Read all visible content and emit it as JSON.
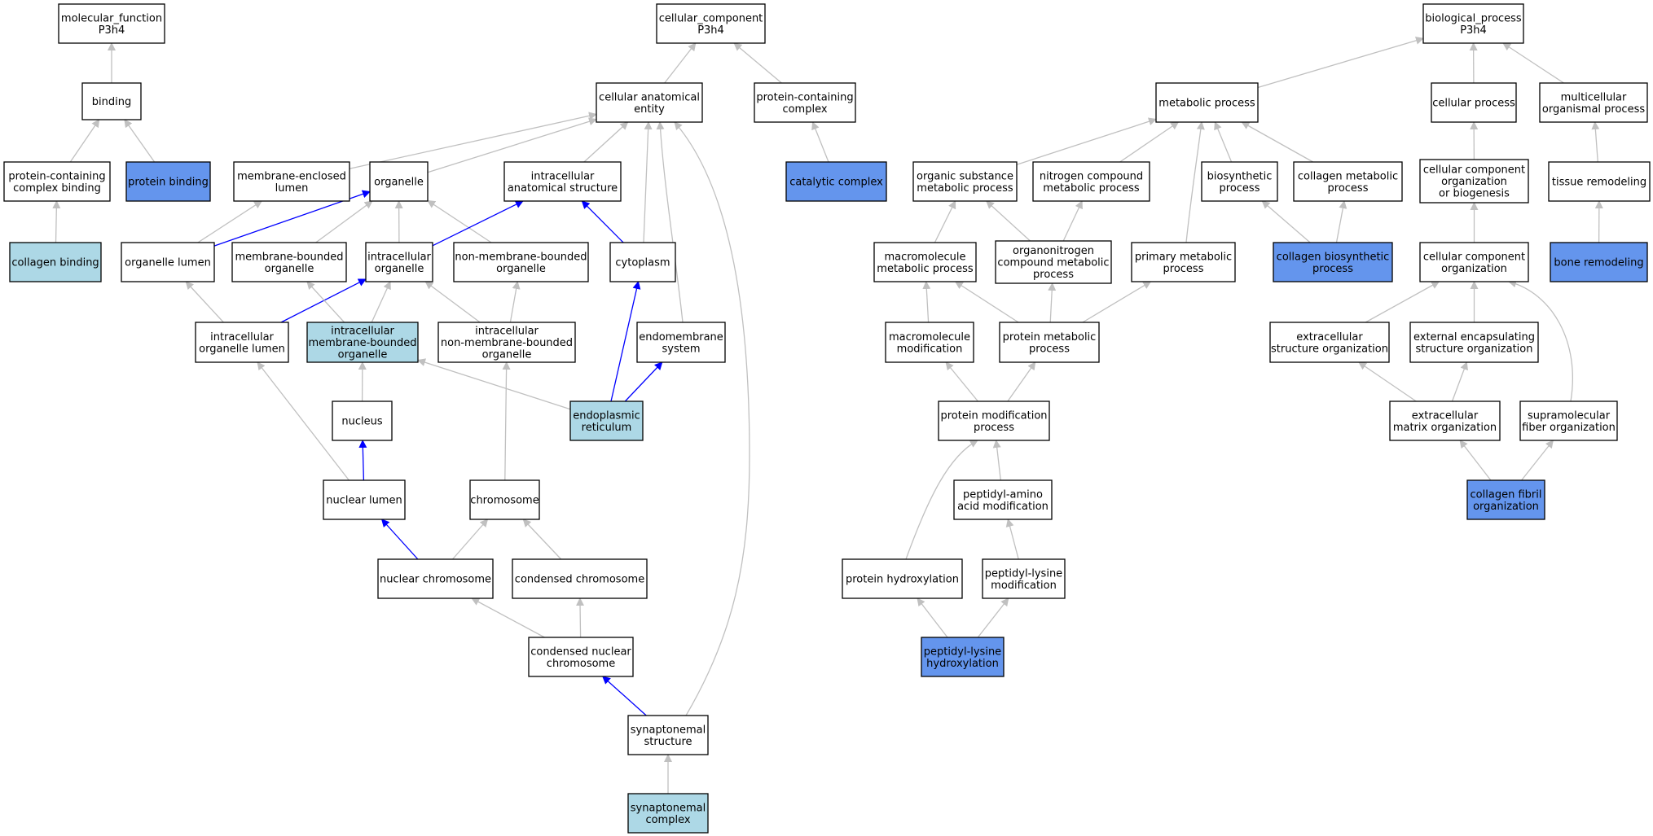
{
  "colors": {
    "default_fill": "#ffffff",
    "annotated_fill": "#6495ed",
    "inferred_fill": "#add8e6",
    "edge_default": "#c0c0c0",
    "edge_path": "#0000ff"
  },
  "nodes": [
    {
      "id": "mf",
      "lines": [
        "molecular_function",
        "P3h4"
      ],
      "style": "default"
    },
    {
      "id": "binding",
      "lines": [
        "binding"
      ],
      "style": "default"
    },
    {
      "id": "pcbind",
      "lines": [
        "protein-containing",
        "complex binding"
      ],
      "style": "default"
    },
    {
      "id": "protbind",
      "lines": [
        "protein binding"
      ],
      "style": "annotated"
    },
    {
      "id": "collbind",
      "lines": [
        "collagen binding"
      ],
      "style": "inferred"
    },
    {
      "id": "cc",
      "lines": [
        "cellular_component",
        "P3h4"
      ],
      "style": "default"
    },
    {
      "id": "cae",
      "lines": [
        "cellular anatomical",
        "entity"
      ],
      "style": "default"
    },
    {
      "id": "pcc",
      "lines": [
        "protein-containing",
        "complex"
      ],
      "style": "default"
    },
    {
      "id": "catcomp",
      "lines": [
        "catalytic complex"
      ],
      "style": "annotated"
    },
    {
      "id": "mel",
      "lines": [
        "membrane-enclosed",
        "lumen"
      ],
      "style": "default"
    },
    {
      "id": "organelle",
      "lines": [
        "organelle"
      ],
      "style": "default"
    },
    {
      "id": "ias",
      "lines": [
        "intracellular",
        "anatomical structure"
      ],
      "style": "default"
    },
    {
      "id": "orglumen",
      "lines": [
        "organelle lumen"
      ],
      "style": "default"
    },
    {
      "id": "mbo",
      "lines": [
        "membrane-bounded",
        "organelle"
      ],
      "style": "default"
    },
    {
      "id": "io",
      "lines": [
        "intracellular",
        "organelle"
      ],
      "style": "default"
    },
    {
      "id": "nmbo",
      "lines": [
        "non-membrane-bounded",
        "organelle"
      ],
      "style": "default"
    },
    {
      "id": "cytoplasm",
      "lines": [
        "cytoplasm"
      ],
      "style": "default"
    },
    {
      "id": "iol",
      "lines": [
        "intracellular",
        "organelle lumen"
      ],
      "style": "default"
    },
    {
      "id": "imbo",
      "lines": [
        "intracellular",
        "membrane-bounded",
        "organelle"
      ],
      "style": "inferred"
    },
    {
      "id": "inmbo",
      "lines": [
        "intracellular",
        "non-membrane-bounded",
        "organelle"
      ],
      "style": "default"
    },
    {
      "id": "endomem",
      "lines": [
        "endomembrane",
        "system"
      ],
      "style": "default"
    },
    {
      "id": "nucleus",
      "lines": [
        "nucleus"
      ],
      "style": "default"
    },
    {
      "id": "er",
      "lines": [
        "endoplasmic",
        "reticulum"
      ],
      "style": "inferred"
    },
    {
      "id": "nuclumen",
      "lines": [
        "nuclear lumen"
      ],
      "style": "default"
    },
    {
      "id": "chromosome",
      "lines": [
        "chromosome"
      ],
      "style": "default"
    },
    {
      "id": "nucchrom",
      "lines": [
        "nuclear chromosome"
      ],
      "style": "default"
    },
    {
      "id": "condchrom",
      "lines": [
        "condensed chromosome"
      ],
      "style": "default"
    },
    {
      "id": "cnc",
      "lines": [
        "condensed nuclear",
        "chromosome"
      ],
      "style": "default"
    },
    {
      "id": "synstruct",
      "lines": [
        "synaptonemal",
        "structure"
      ],
      "style": "default"
    },
    {
      "id": "syncomp",
      "lines": [
        "synaptonemal",
        "complex"
      ],
      "style": "inferred"
    },
    {
      "id": "bp",
      "lines": [
        "biological_process",
        "P3h4"
      ],
      "style": "default"
    },
    {
      "id": "metab",
      "lines": [
        "metabolic process"
      ],
      "style": "default"
    },
    {
      "id": "cellproc",
      "lines": [
        "cellular process"
      ],
      "style": "default"
    },
    {
      "id": "multi",
      "lines": [
        "multicellular",
        "organismal process"
      ],
      "style": "default"
    },
    {
      "id": "osmp",
      "lines": [
        "organic substance",
        "metabolic process"
      ],
      "style": "default"
    },
    {
      "id": "ncmp",
      "lines": [
        "nitrogen compound",
        "metabolic process"
      ],
      "style": "default"
    },
    {
      "id": "biosyn",
      "lines": [
        "biosynthetic",
        "process"
      ],
      "style": "default"
    },
    {
      "id": "collmetab",
      "lines": [
        "collagen metabolic",
        "process"
      ],
      "style": "default"
    },
    {
      "id": "ccob",
      "lines": [
        "cellular component",
        "organization",
        "or biogenesis"
      ],
      "style": "default"
    },
    {
      "id": "tissue",
      "lines": [
        "tissue remodeling"
      ],
      "style": "default"
    },
    {
      "id": "macromp",
      "lines": [
        "macromolecule",
        "metabolic process"
      ],
      "style": "default"
    },
    {
      "id": "oncmp",
      "lines": [
        "organonitrogen",
        "compound metabolic",
        "process"
      ],
      "style": "default"
    },
    {
      "id": "primmetab",
      "lines": [
        "primary metabolic",
        "process"
      ],
      "style": "default"
    },
    {
      "id": "collbiosyn",
      "lines": [
        "collagen biosynthetic",
        "process"
      ],
      "style": "annotated"
    },
    {
      "id": "cco",
      "lines": [
        "cellular component",
        "organization"
      ],
      "style": "default"
    },
    {
      "id": "bone",
      "lines": [
        "bone remodeling"
      ],
      "style": "annotated"
    },
    {
      "id": "macromod",
      "lines": [
        "macromolecule",
        "modification"
      ],
      "style": "default"
    },
    {
      "id": "protmetab",
      "lines": [
        "protein metabolic",
        "process"
      ],
      "style": "default"
    },
    {
      "id": "eso",
      "lines": [
        "extracellular",
        "structure organization"
      ],
      "style": "default"
    },
    {
      "id": "eeso",
      "lines": [
        "external encapsulating",
        "structure organization"
      ],
      "style": "default"
    },
    {
      "id": "protmod",
      "lines": [
        "protein modification",
        "process"
      ],
      "style": "default"
    },
    {
      "id": "emo",
      "lines": [
        "extracellular",
        "matrix organization"
      ],
      "style": "default"
    },
    {
      "id": "sfo",
      "lines": [
        "supramolecular",
        "fiber organization"
      ],
      "style": "default"
    },
    {
      "id": "pamm",
      "lines": [
        "peptidyl-amino",
        "acid modification"
      ],
      "style": "default"
    },
    {
      "id": "cfo",
      "lines": [
        "collagen fibril",
        "organization"
      ],
      "style": "annotated"
    },
    {
      "id": "prothyd",
      "lines": [
        "protein hydroxylation"
      ],
      "style": "default"
    },
    {
      "id": "plm",
      "lines": [
        "peptidyl-lysine",
        "modification"
      ],
      "style": "default"
    },
    {
      "id": "plh",
      "lines": [
        "peptidyl-lysine",
        "hydroxylation"
      ],
      "style": "annotated"
    }
  ],
  "edges": [
    {
      "from": "binding",
      "to": "mf",
      "path": false
    },
    {
      "from": "pcbind",
      "to": "binding",
      "path": false
    },
    {
      "from": "protbind",
      "to": "binding",
      "path": false
    },
    {
      "from": "collbind",
      "to": "pcbind",
      "path": false
    },
    {
      "from": "cae",
      "to": "cc",
      "path": false
    },
    {
      "from": "pcc",
      "to": "cc",
      "path": false
    },
    {
      "from": "catcomp",
      "to": "pcc",
      "path": false
    },
    {
      "from": "mel",
      "to": "cae",
      "path": false
    },
    {
      "from": "organelle",
      "to": "cae",
      "path": false
    },
    {
      "from": "ias",
      "to": "cae",
      "path": false
    },
    {
      "from": "cytoplasm",
      "to": "cae",
      "path": false
    },
    {
      "from": "endomem",
      "to": "cae",
      "path": false
    },
    {
      "from": "synstruct",
      "to": "cae",
      "path": false
    },
    {
      "from": "orglumen",
      "to": "mel",
      "path": false
    },
    {
      "from": "orglumen",
      "to": "organelle",
      "path": true
    },
    {
      "from": "mbo",
      "to": "organelle",
      "path": false
    },
    {
      "from": "io",
      "to": "organelle",
      "path": false
    },
    {
      "from": "nmbo",
      "to": "organelle",
      "path": false
    },
    {
      "from": "io",
      "to": "ias",
      "path": true
    },
    {
      "from": "cytoplasm",
      "to": "ias",
      "path": true
    },
    {
      "from": "iol",
      "to": "orglumen",
      "path": false
    },
    {
      "from": "iol",
      "to": "io",
      "path": true
    },
    {
      "from": "imbo",
      "to": "mbo",
      "path": false
    },
    {
      "from": "imbo",
      "to": "io",
      "path": false
    },
    {
      "from": "inmbo",
      "to": "io",
      "path": false
    },
    {
      "from": "inmbo",
      "to": "nmbo",
      "path": false
    },
    {
      "from": "nucleus",
      "to": "imbo",
      "path": false
    },
    {
      "from": "er",
      "to": "imbo",
      "path": false
    },
    {
      "from": "er",
      "to": "cytoplasm",
      "path": true
    },
    {
      "from": "er",
      "to": "endomem",
      "path": true
    },
    {
      "from": "nuclumen",
      "to": "nucleus",
      "path": true
    },
    {
      "from": "nuclumen",
      "to": "iol",
      "path": false
    },
    {
      "from": "chromosome",
      "to": "inmbo",
      "path": false
    },
    {
      "from": "nucchrom",
      "to": "nuclumen",
      "path": true
    },
    {
      "from": "nucchrom",
      "to": "chromosome",
      "path": false
    },
    {
      "from": "condchrom",
      "to": "chromosome",
      "path": false
    },
    {
      "from": "cnc",
      "to": "nucchrom",
      "path": false
    },
    {
      "from": "cnc",
      "to": "condchrom",
      "path": false
    },
    {
      "from": "synstruct",
      "to": "cnc",
      "path": true
    },
    {
      "from": "syncomp",
      "to": "synstruct",
      "path": false
    },
    {
      "from": "metab",
      "to": "bp",
      "path": false
    },
    {
      "from": "cellproc",
      "to": "bp",
      "path": false
    },
    {
      "from": "multi",
      "to": "bp",
      "path": false
    },
    {
      "from": "osmp",
      "to": "metab",
      "path": false
    },
    {
      "from": "ncmp",
      "to": "metab",
      "path": false
    },
    {
      "from": "biosyn",
      "to": "metab",
      "path": false
    },
    {
      "from": "collmetab",
      "to": "metab",
      "path": false
    },
    {
      "from": "primmetab",
      "to": "metab",
      "path": false
    },
    {
      "from": "ccob",
      "to": "cellproc",
      "path": false
    },
    {
      "from": "tissue",
      "to": "multi",
      "path": false
    },
    {
      "from": "macromp",
      "to": "osmp",
      "path": false
    },
    {
      "from": "oncmp",
      "to": "osmp",
      "path": false
    },
    {
      "from": "oncmp",
      "to": "ncmp",
      "path": false
    },
    {
      "from": "collbiosyn",
      "to": "biosyn",
      "path": false
    },
    {
      "from": "collbiosyn",
      "to": "collmetab",
      "path": false
    },
    {
      "from": "cco",
      "to": "ccob",
      "path": false
    },
    {
      "from": "bone",
      "to": "tissue",
      "path": false
    },
    {
      "from": "macromod",
      "to": "macromp",
      "path": false
    },
    {
      "from": "protmetab",
      "to": "macromp",
      "path": false
    },
    {
      "from": "protmetab",
      "to": "oncmp",
      "path": false
    },
    {
      "from": "protmetab",
      "to": "primmetab",
      "path": false
    },
    {
      "from": "eso",
      "to": "cco",
      "path": false
    },
    {
      "from": "eeso",
      "to": "cco",
      "path": false
    },
    {
      "from": "sfo",
      "to": "cco",
      "path": false
    },
    {
      "from": "protmod",
      "to": "macromod",
      "path": false
    },
    {
      "from": "protmod",
      "to": "protmetab",
      "path": false
    },
    {
      "from": "emo",
      "to": "eso",
      "path": false
    },
    {
      "from": "emo",
      "to": "eeso",
      "path": false
    },
    {
      "from": "pamm",
      "to": "protmod",
      "path": false
    },
    {
      "from": "cfo",
      "to": "emo",
      "path": false
    },
    {
      "from": "cfo",
      "to": "sfo",
      "path": false
    },
    {
      "from": "prothyd",
      "to": "protmod",
      "path": false
    },
    {
      "from": "plm",
      "to": "pamm",
      "path": false
    },
    {
      "from": "plh",
      "to": "prothyd",
      "path": false
    },
    {
      "from": "plh",
      "to": "plm",
      "path": false
    }
  ]
}
